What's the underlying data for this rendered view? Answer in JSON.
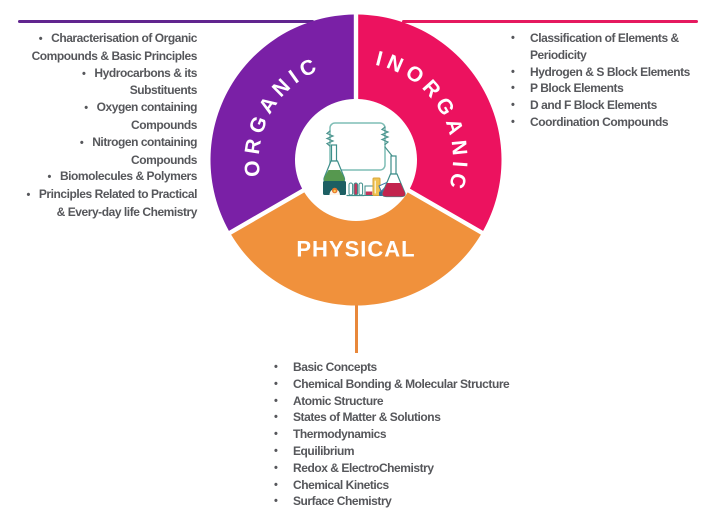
{
  "page": {
    "background": "#ffffff"
  },
  "donut": {
    "center_icon": "chemistry-lab-illustration",
    "label_color": "#ffffff",
    "segments": [
      {
        "id": "inorganic",
        "label": "INORGANIC",
        "color": "#EC125F",
        "start_angle": 0,
        "end_angle": 120,
        "label_style": "arc"
      },
      {
        "id": "physical",
        "label": "PHYSICAL",
        "color": "#F0913C",
        "start_angle": 120,
        "end_angle": 240,
        "label_style": "horizontal"
      },
      {
        "id": "organic",
        "label": "ORGANIC",
        "color": "#7A20A6",
        "start_angle": 240,
        "end_angle": 360,
        "label_style": "arc"
      }
    ]
  },
  "connectors": {
    "organic_line_color": "#61258F",
    "inorganic_line_color": "#E5195F",
    "physical_line_color": "#E8883B"
  },
  "lists": {
    "bullet": "•",
    "text_color": "#56575B",
    "organic": {
      "items": [
        "Characterisation of Organic\nCompounds & Basic Principles",
        "Hydrocarbons & its\nSubstituents",
        "Oxygen containing\nCompounds",
        "Nitrogen containing\nCompounds",
        "Biomolecules & Polymers",
        "Principles Related to Practical\n& Every-day life Chemistry"
      ]
    },
    "inorganic": {
      "items": [
        "Classification of Elements &\nPeriodicity",
        "Hydrogen & S Block Elements",
        "P Block Elements",
        "D and F Block Elements",
        "Coordination Compounds"
      ]
    },
    "physical": {
      "items": [
        "Basic Concepts",
        "Chemical Bonding & Molecular Structure",
        "Atomic Structure",
        "States of Matter & Solutions",
        "Thermodynamics",
        "Equilibrium",
        "Redox & ElectroChemistry",
        "Chemical Kinetics",
        "Surface Chemistry"
      ]
    }
  }
}
